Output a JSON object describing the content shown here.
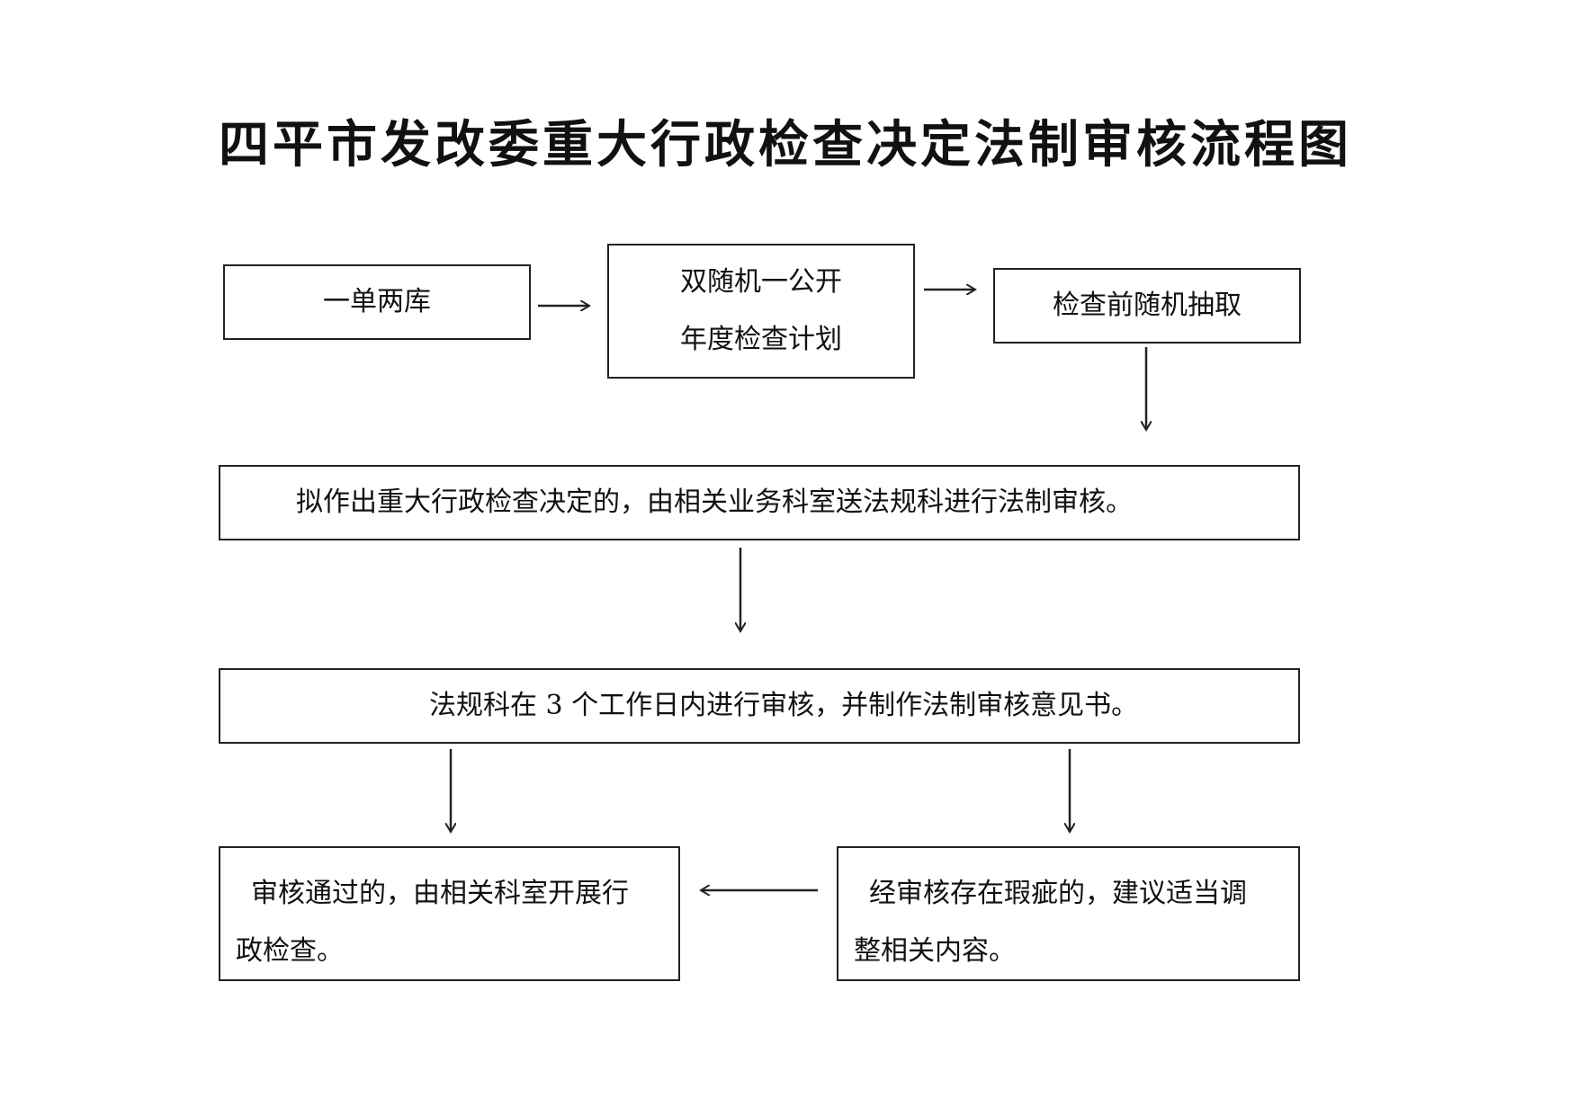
{
  "title": "四平市发改委重大行政检查决定法制审核流程图",
  "nodes": {
    "list": {
      "text": "一单两库"
    },
    "plan": {
      "line1": "双随机一公开",
      "line2": "年度检查计划"
    },
    "draw": {
      "text": "检查前随机抽取"
    },
    "submit": {
      "text": "拟作出重大行政检查决定的，由相关业务科室送法规科进行法制审核。"
    },
    "review": {
      "text": "法规科在 3 个工作日内进行审核，并制作法制审核意见书。"
    },
    "pass": {
      "line1": "审核通过的，由相关科室开展行",
      "line2": "政检查。"
    },
    "defect": {
      "line1": "经审核存在瑕疵的，建议适当调",
      "line2": "整相关内容。"
    }
  },
  "colors": {
    "line": "#222222",
    "text": "#111111",
    "background": "#ffffff"
  }
}
